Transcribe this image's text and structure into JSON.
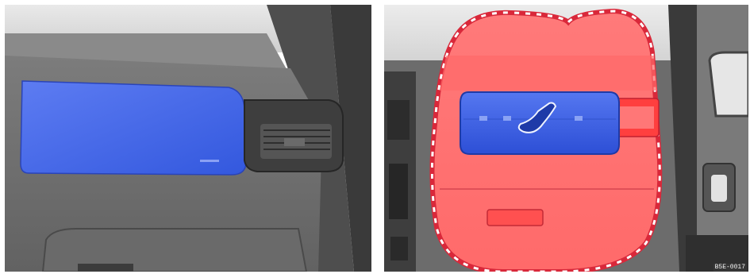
{
  "figure": {
    "code": "B5E-0017",
    "panels": [
      {
        "id": "left",
        "subject": "dashboard-passenger-airbag-cover"
      },
      {
        "id": "right",
        "subject": "dashboard-airbag-cutoff-switch-detail"
      }
    ]
  },
  "colors": {
    "background": "#ffffff",
    "interior_gray": "#6f6f6f",
    "airbag_highlight": "#3f66e6",
    "detail_highlight": "#ff5a5a",
    "detail_outline": "#d9283a"
  },
  "icons": [
    "airbag-icon",
    "air-vent-icon",
    "switch-icon",
    "door-handle-icon"
  ]
}
